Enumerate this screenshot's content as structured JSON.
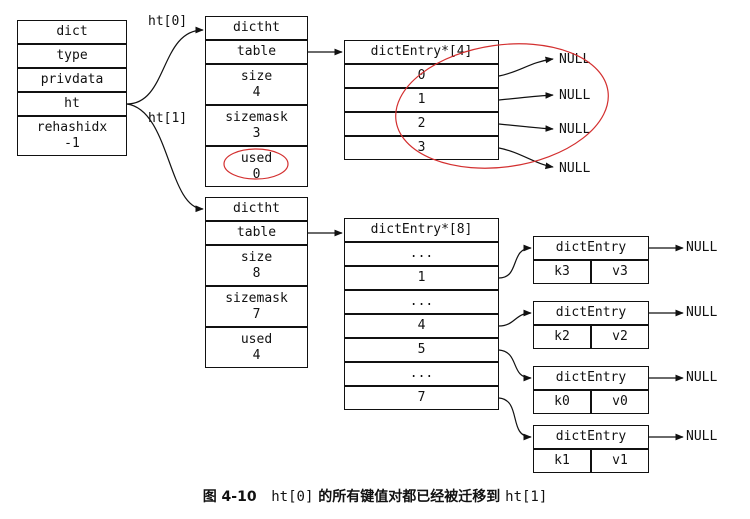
{
  "dict": {
    "rows": [
      "dict",
      "type",
      "privdata",
      "ht"
    ],
    "rehash_line1": "rehashidx",
    "rehash_line2": "-1"
  },
  "ht0_label": "ht[0]",
  "ht1_label": "ht[1]",
  "ht0": {
    "title": "dictht",
    "table": "table",
    "size_label": "size",
    "size_value": "4",
    "sizemask_label": "sizemask",
    "sizemask_value": "3",
    "used_label": "used",
    "used_value": "0"
  },
  "ht1": {
    "title": "dictht",
    "table": "table",
    "size_label": "size",
    "size_value": "8",
    "sizemask_label": "sizemask",
    "sizemask_value": "7",
    "used_label": "used",
    "used_value": "4"
  },
  "arr0": {
    "header": "dictEntry*[4]",
    "slots": [
      "0",
      "1",
      "2",
      "3"
    ]
  },
  "arr1": {
    "header": "dictEntry*[8]",
    "slots": [
      "...",
      "1",
      "...",
      "4",
      "5",
      "...",
      "7"
    ]
  },
  "null_text": "NULL",
  "entries": [
    {
      "title": "dictEntry",
      "k": "k3",
      "v": "v3"
    },
    {
      "title": "dictEntry",
      "k": "k2",
      "v": "v2"
    },
    {
      "title": "dictEntry",
      "k": "k0",
      "v": "v0"
    },
    {
      "title": "dictEntry",
      "k": "k1",
      "v": "v1"
    }
  ],
  "caption": {
    "fig": "图 4-10",
    "code1": "ht[0]",
    "mid": "的所有键值对都已经被迁移到",
    "code2": "ht[1]"
  }
}
